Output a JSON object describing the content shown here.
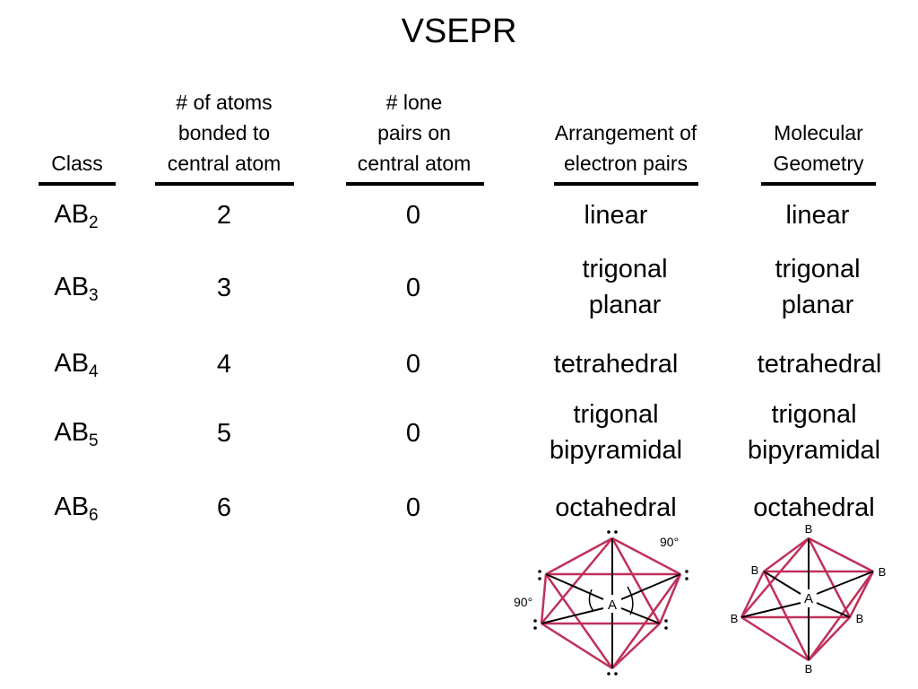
{
  "title": "VSEPR",
  "headers": {
    "class": "Class",
    "atoms_bonded": "# of atoms\nbonded to\ncentral atom",
    "lone_pairs": "# lone\npairs on\ncentral atom",
    "arrangement": "Arrangement of\nelectron pairs",
    "geometry": "Molecular\nGeometry"
  },
  "rows": [
    {
      "class_base": "AB",
      "class_sub": "2",
      "atoms": "2",
      "lone": "0",
      "arrangement": "linear",
      "geometry": "linear"
    },
    {
      "class_base": "AB",
      "class_sub": "3",
      "atoms": "3",
      "lone": "0",
      "arrangement": "trigonal\nplanar",
      "geometry": "trigonal\nplanar"
    },
    {
      "class_base": "AB",
      "class_sub": "4",
      "atoms": "4",
      "lone": "0",
      "arrangement": "tetrahedral",
      "geometry": "tetrahedral"
    },
    {
      "class_base": "AB",
      "class_sub": "5",
      "atoms": "5",
      "lone": "0",
      "arrangement": "trigonal\nbipyramidal",
      "geometry": "trigonal\nbipyramidal"
    },
    {
      "class_base": "AB",
      "class_sub": "6",
      "atoms": "6",
      "lone": "0",
      "arrangement": "octahedral",
      "geometry": "octahedral"
    }
  ],
  "diagram_left": {
    "central_label": "A",
    "angle_top": "90°",
    "angle_left": "90°"
  },
  "diagram_right": {
    "central_label": "A",
    "outer_label": "B"
  },
  "colors": {
    "edge": "#c0305a",
    "bond": "#000000"
  }
}
